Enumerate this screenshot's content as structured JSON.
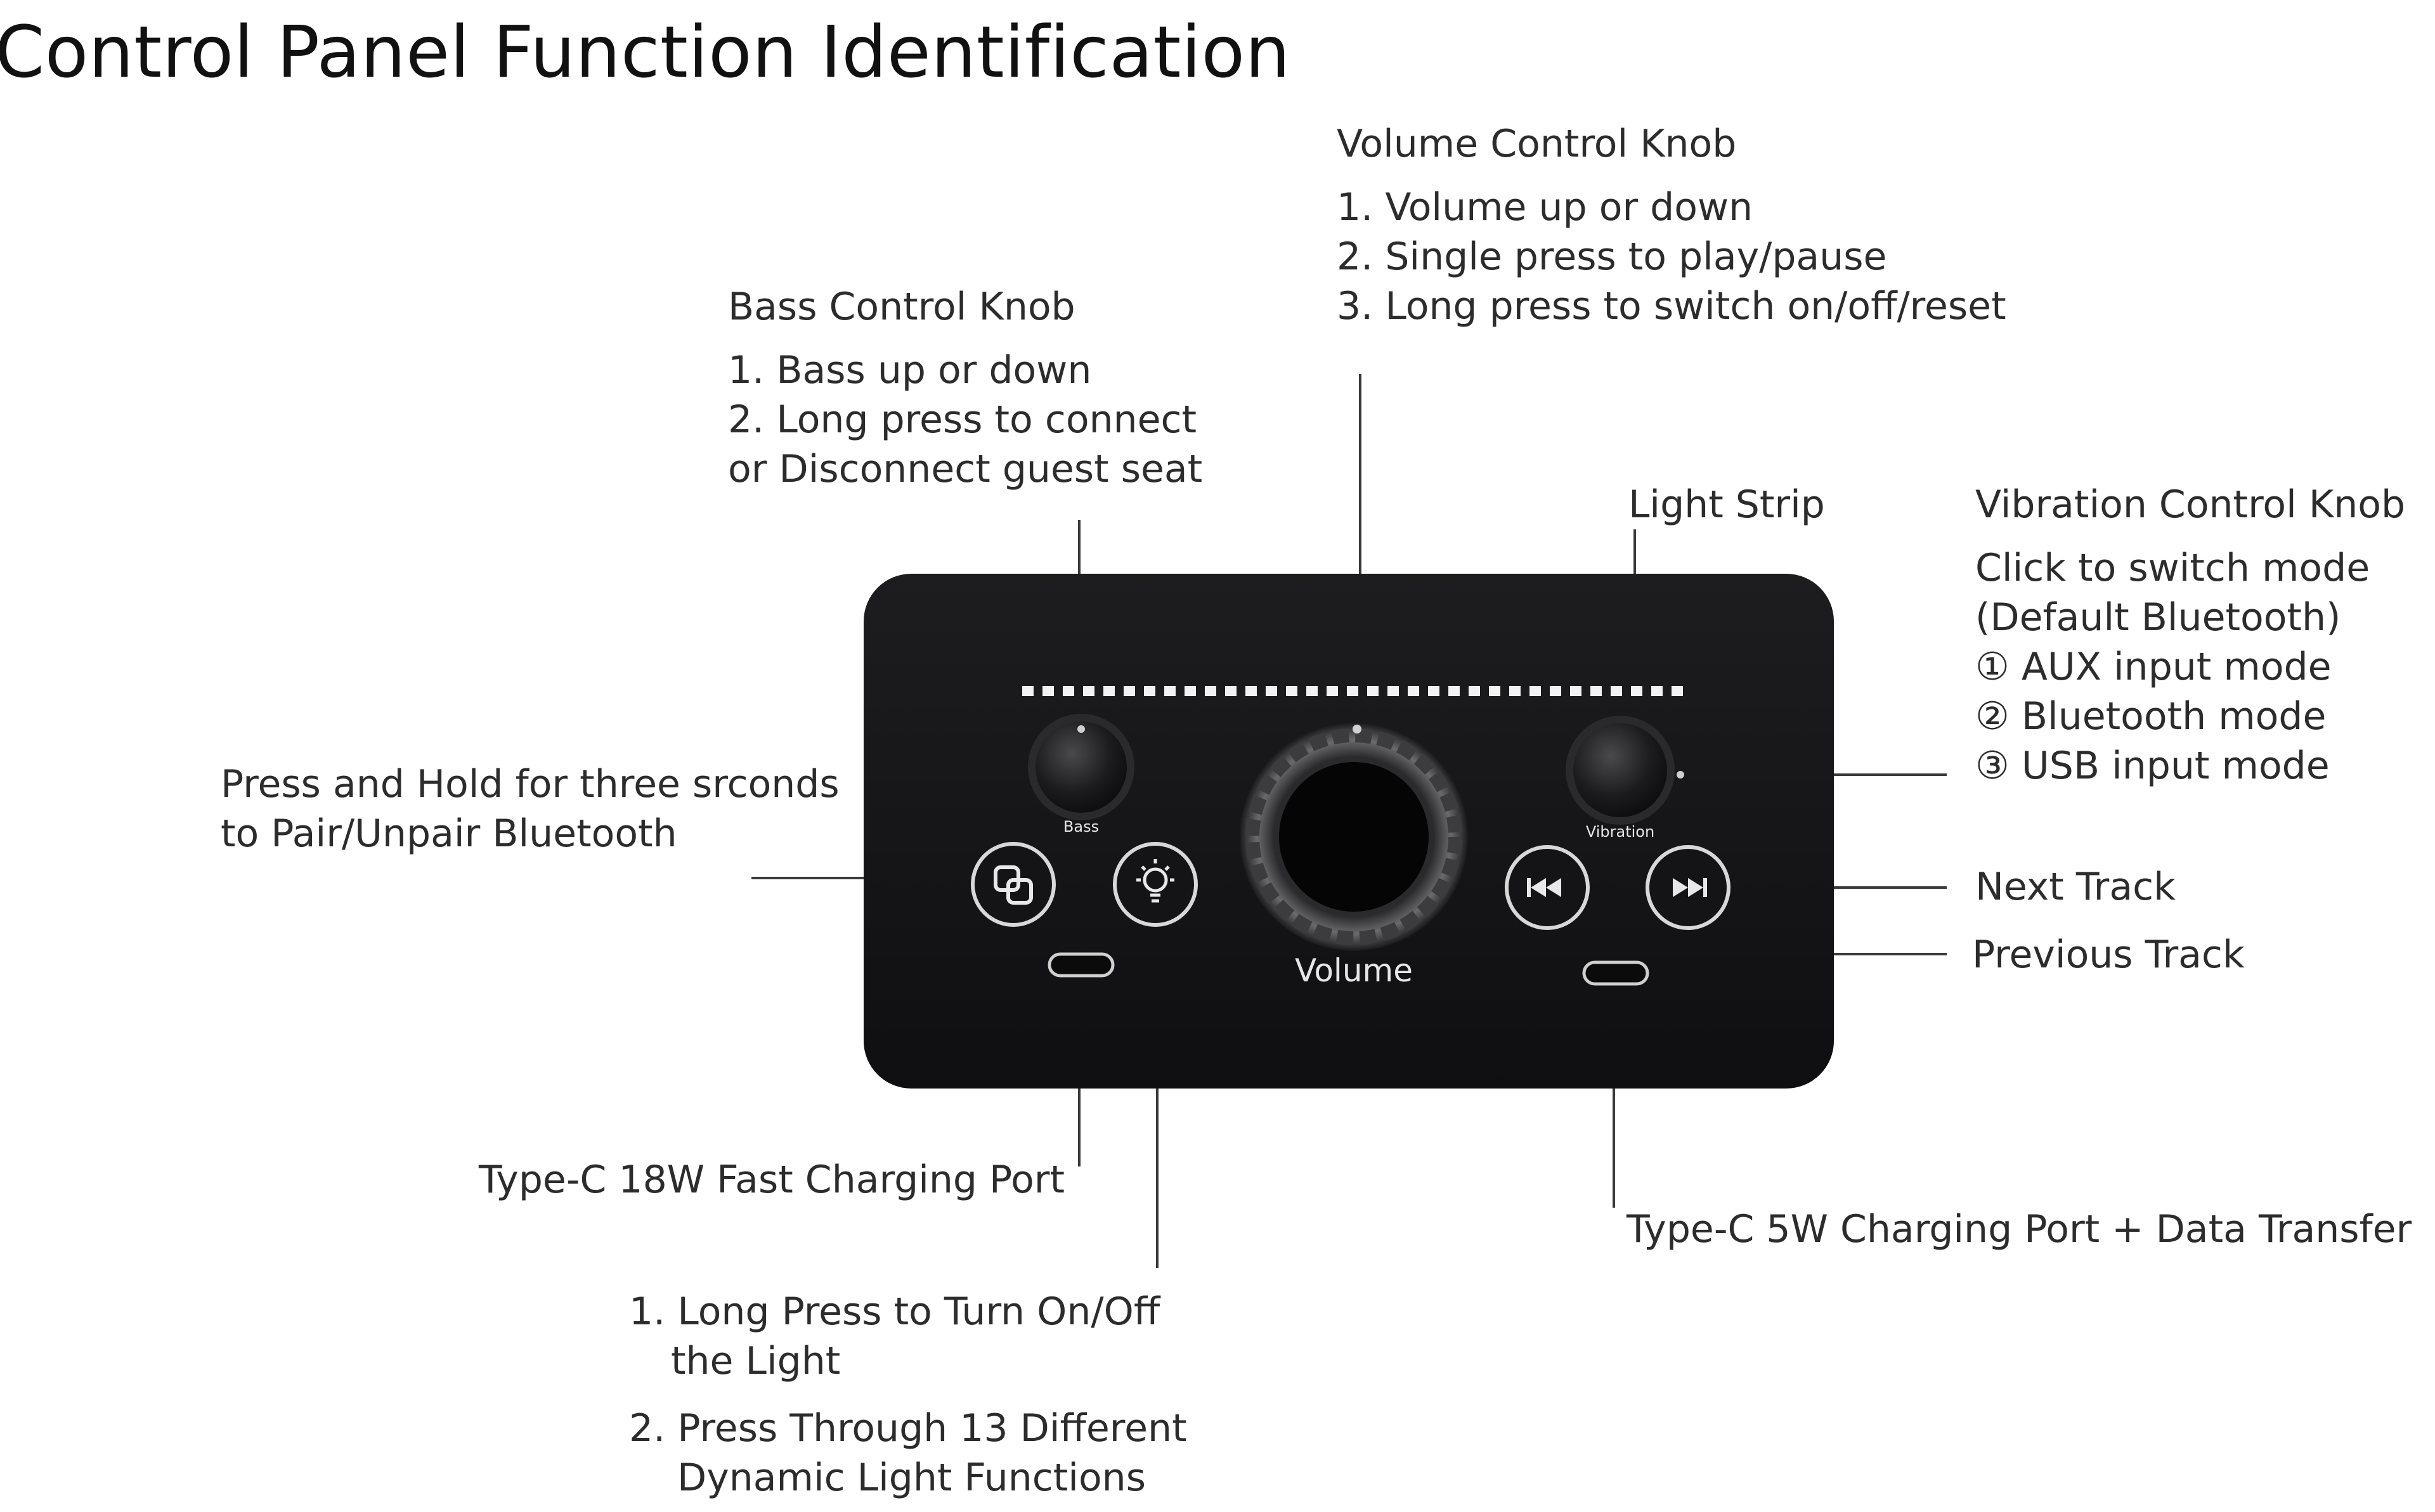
{
  "title": "Control Panel Function Identification",
  "panel": {
    "bass_label": "Bass",
    "vibration_label": "Vibration",
    "volume_label": "Volume"
  },
  "labels": {
    "volume_knob": {
      "heading": "Volume Control Knob",
      "items": [
        "1. Volume up or down",
        "2. Single press to play/pause",
        "3. Long press to switch on/off/reset"
      ]
    },
    "bass_knob": {
      "heading": "Bass Control Knob",
      "items": [
        "1. Bass up or down",
        "2. Long press to connect",
        "or Disconnect guest seat"
      ]
    },
    "light_strip": "Light Strip",
    "vibration_knob": {
      "heading": "Vibration Control Knob",
      "items": [
        "Click to switch mode",
        "(Default Bluetooth)",
        "① AUX input mode",
        "② Bluetooth mode",
        "③ USB input mode"
      ]
    },
    "bluetooth": [
      "Press and Hold for three srconds",
      "to Pair/Unpair Bluetooth"
    ],
    "next_track": "Next Track",
    "previous_track": "Previous Track",
    "typec_18w": "Type-C 18W Fast Charging Port",
    "typec_5w": "Type-C 5W Charging Port  + Data Transfer",
    "light_button": [
      "1. Long Press to Turn On/Off",
      "the Light",
      "2. Press Through 13 Different",
      "Dynamic Light Functions"
    ]
  },
  "colors": {
    "panel": "#151517",
    "line": "#333333",
    "text": "#2c2c2c"
  },
  "icons": [
    "bluetooth-pair-icon",
    "light-bulb-icon",
    "previous-track-icon",
    "next-track-icon",
    "usb-c-port-icon"
  ]
}
